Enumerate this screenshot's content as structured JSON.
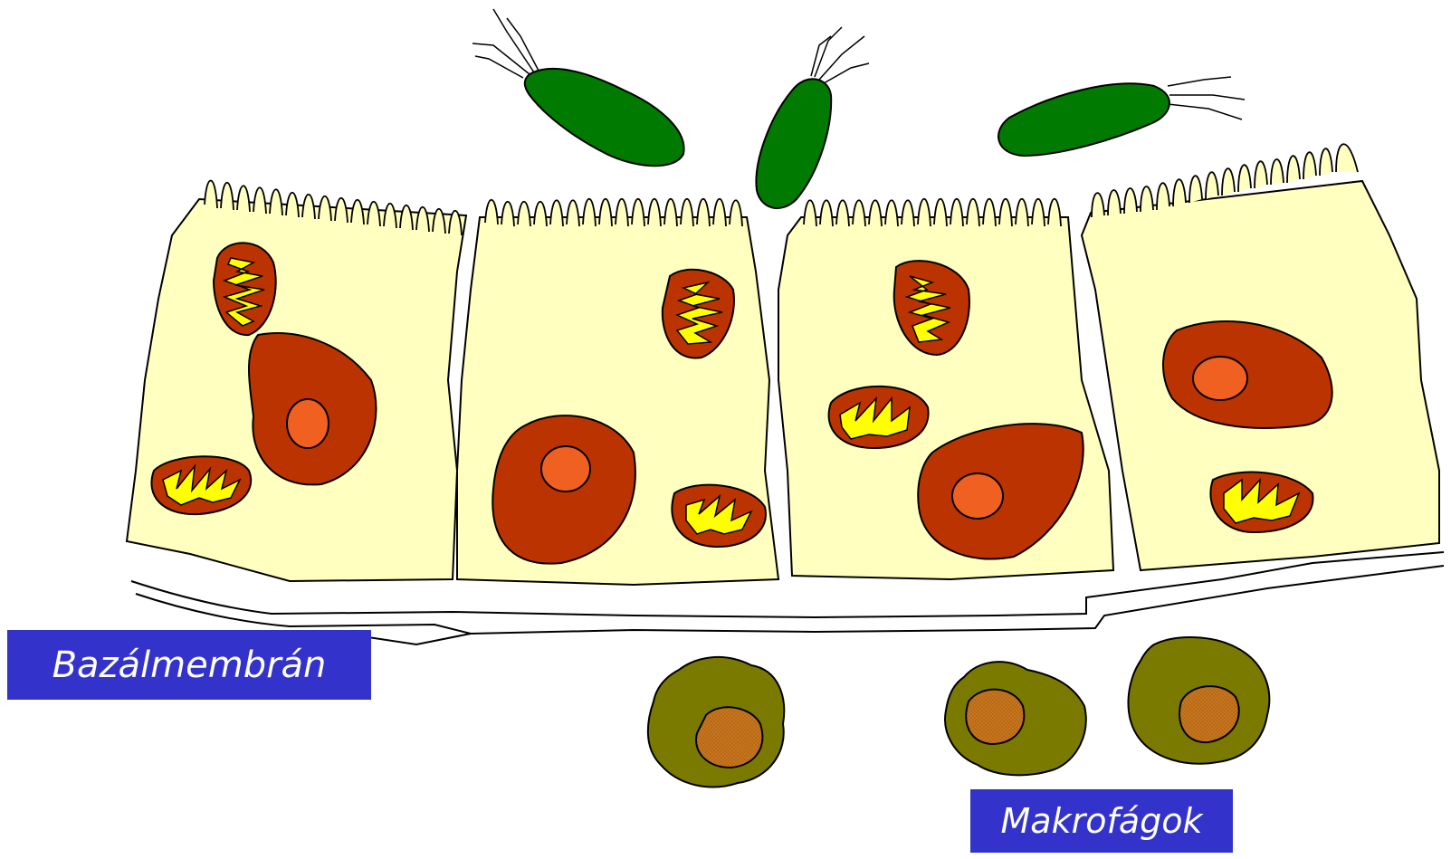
{
  "labels": {
    "basal_membrane": "Bazálmembrán",
    "macrophages": "Makrofágok"
  },
  "colors": {
    "cytoplasm": "#ffffc0",
    "nucleus": "#bb3300",
    "nucleolus": "#f06020",
    "mitochondria_outer": "#bb3300",
    "mitochondria_cristae": "#ffff00",
    "bacteria": "#007a00",
    "macrophage": "#7a7a00",
    "macrophage_nucleus": "#c8761e",
    "label_background": "#3333cc",
    "label_text": "#ffffff"
  },
  "icons": {
    "cell": "epithelial-cell",
    "bacterium": "flagellated-bacterium",
    "macrophage": "macrophage-cell"
  }
}
